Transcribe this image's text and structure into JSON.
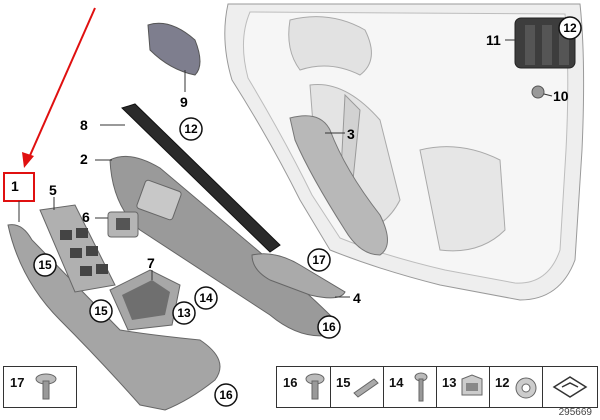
{
  "callouts": {
    "c1": "1",
    "c2": "2",
    "c3": "3",
    "c4": "4",
    "c5": "5",
    "c6": "6",
    "c7": "7",
    "c8": "8",
    "c9": "9",
    "c10": "10",
    "c11": "11",
    "c12a": "12",
    "c12b": "12",
    "c13": "13",
    "c14": "14",
    "c15a": "15",
    "c15b": "15",
    "c16a": "16",
    "c16b": "16",
    "c17a": "17"
  },
  "legend_left": {
    "label": "17"
  },
  "legend_right": {
    "cells": [
      {
        "label": "16"
      },
      {
        "label": "15"
      },
      {
        "label": "14"
      },
      {
        "label": "13"
      },
      {
        "label": "12"
      },
      {
        "label": ""
      }
    ]
  },
  "diagram_id": "295669",
  "colors": {
    "highlight": "#e01010",
    "part_grey": "#9a9a9a",
    "panel_light": "#eeeeee"
  }
}
